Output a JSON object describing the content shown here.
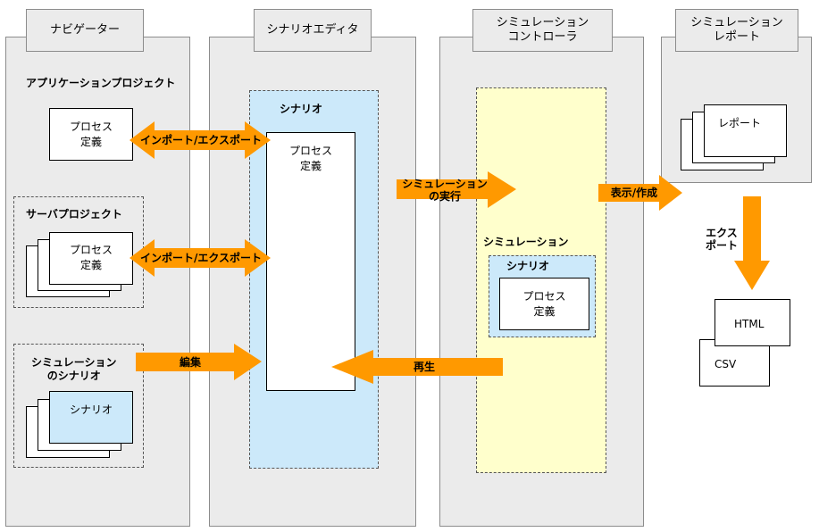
{
  "columns": {
    "navigator": "ナビゲーター",
    "editor": "シナリオエディタ",
    "controller": "シミュレーション\nコントローラ",
    "report": "シミュレーション\nレポート"
  },
  "navigator": {
    "app_project": "アプリケーションプロジェクト",
    "app_process": "プロセス\n定義",
    "server_project": "サーバプロジェクト",
    "server_process": "プロセス\n定義",
    "sim_scenario_label": "シミュレーション\nのシナリオ",
    "sim_scenario_doc": "シナリオ"
  },
  "editor": {
    "scenario_label": "シナリオ",
    "process": "プロセス\n定義"
  },
  "controller": {
    "simulation_label": "シミュレーション",
    "scenario_label": "シナリオ",
    "process": "プロセス\n定義"
  },
  "report": {
    "report_doc": "レポート",
    "html": "HTML",
    "csv": "CSV"
  },
  "arrows": {
    "import_export_1": "インポート/エクスポート",
    "import_export_2": "インポート/エクスポート",
    "edit": "編集",
    "run": "シミュレーション\nの実行",
    "display": "表示/作成",
    "playback": "再生",
    "export": "エクス\nポート"
  },
  "colors": {
    "arrow": "#ff9900",
    "column_bg": "#ebebeb",
    "editor_panel": "#cce9fa",
    "controller_panel": "#ffffcc"
  }
}
